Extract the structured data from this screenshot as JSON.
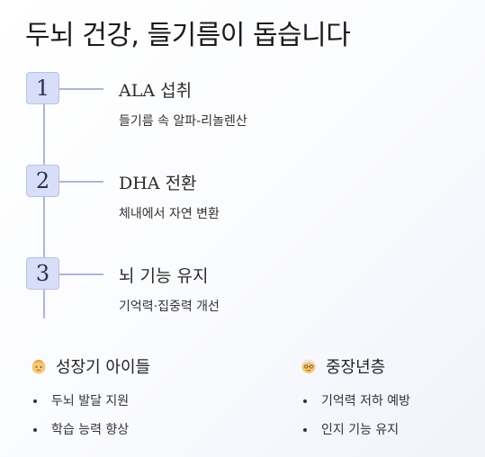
{
  "title": "두뇌 건강, 들기름이 돕습니다",
  "steps": [
    {
      "number": "1",
      "title": "ALA 섭취",
      "desc": "들기름 속 알파-리놀렌산"
    },
    {
      "number": "2",
      "title": "DHA 전환",
      "desc": "체내에서 자연 변환"
    },
    {
      "number": "3",
      "title": "뇌 기능 유지",
      "desc": "기억력·집중력 개선"
    }
  ],
  "groups": [
    {
      "icon": "child-face-icon",
      "title": "성장기 아이들",
      "items": [
        "두뇌 발달 지원",
        "학습 능력 향상"
      ]
    },
    {
      "icon": "older-adult-face-icon",
      "title": "중장년층",
      "items": [
        "기억력 저하 예방",
        "인지 기능 유지"
      ]
    }
  ],
  "colors": {
    "step_box": "#d9def8",
    "line": "#aeb6d6"
  }
}
